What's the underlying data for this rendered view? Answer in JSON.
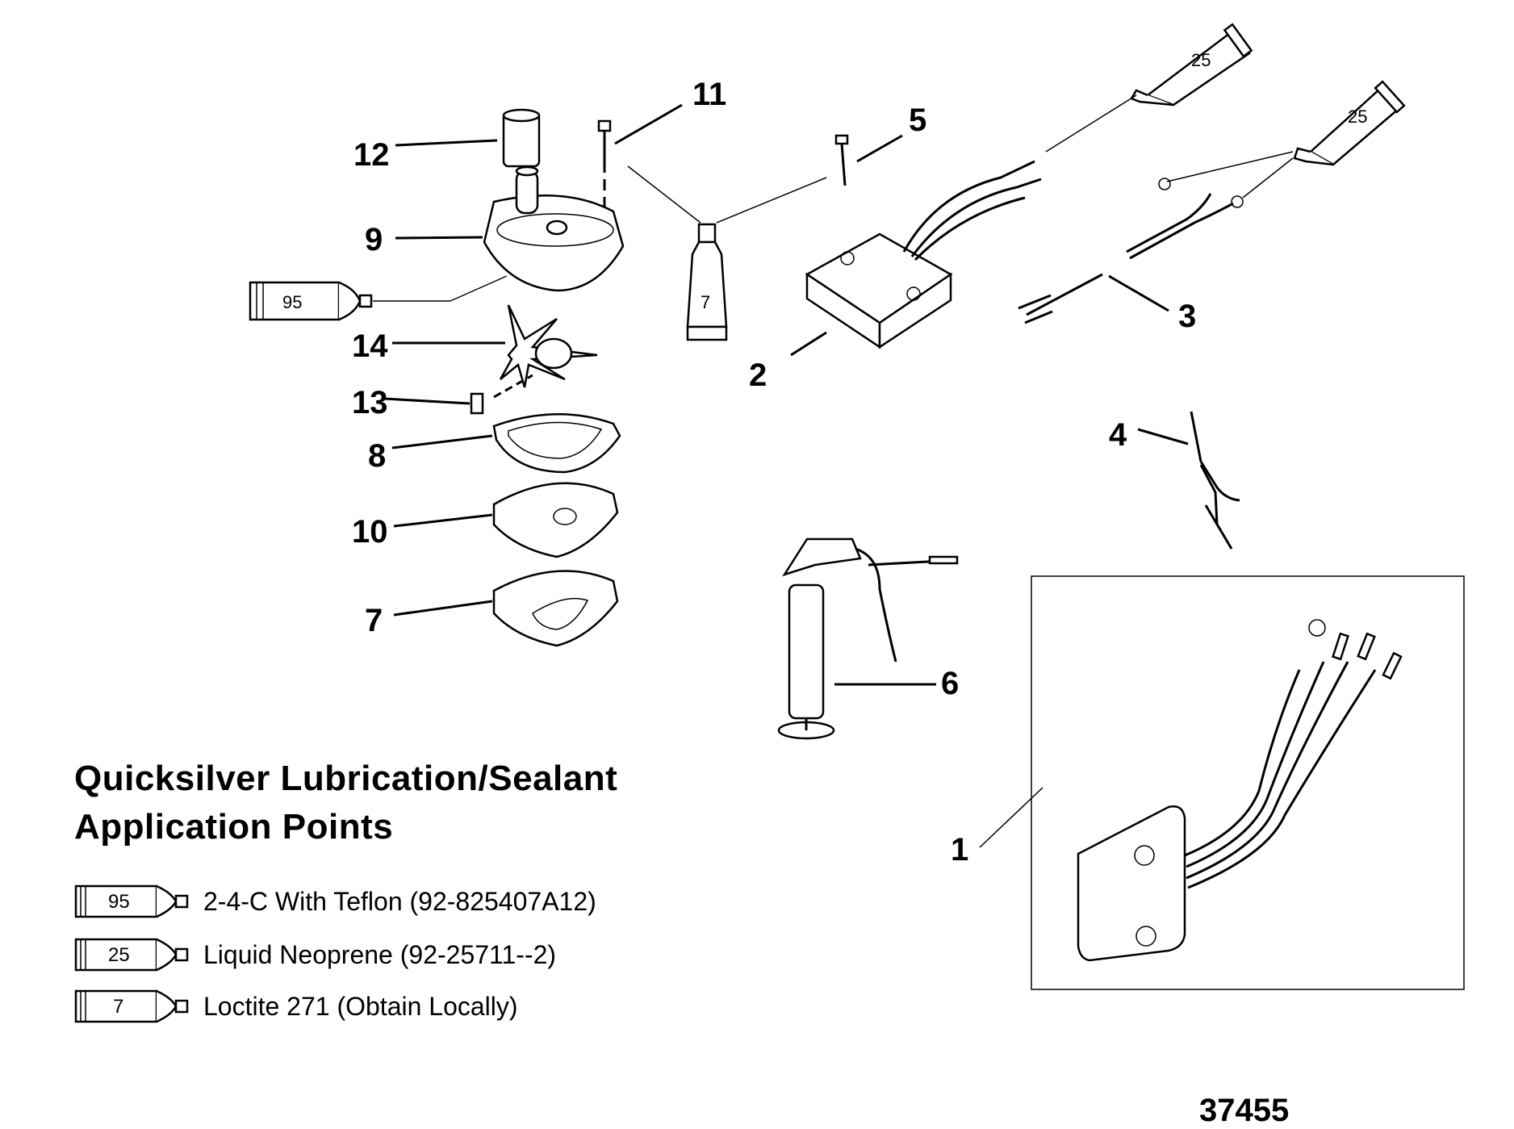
{
  "callouts": {
    "c1": "1",
    "c2": "2",
    "c3": "3",
    "c4": "4",
    "c5": "5",
    "c6": "6",
    "c7": "7",
    "c8": "8",
    "c9": "9",
    "c10": "10",
    "c11": "11",
    "c12": "12",
    "c13": "13",
    "c14": "14"
  },
  "diagram_tubes": {
    "tube_95": "95",
    "tube_7": "7",
    "tube_25_upper": "25",
    "tube_25_lower": "25"
  },
  "legend": {
    "heading_line_1": "Quicksilver Lubrication/Sealant",
    "heading_line_2": "Application Points",
    "items": [
      {
        "number": "95",
        "text": "2-4-C  With Teflon (92-825407A12)"
      },
      {
        "number": "25",
        "text": "Liquid Neoprene (92-25711--2)"
      },
      {
        "number": "7",
        "text": "Loctite 271 (Obtain Locally)"
      }
    ]
  },
  "figure_number": "37455"
}
